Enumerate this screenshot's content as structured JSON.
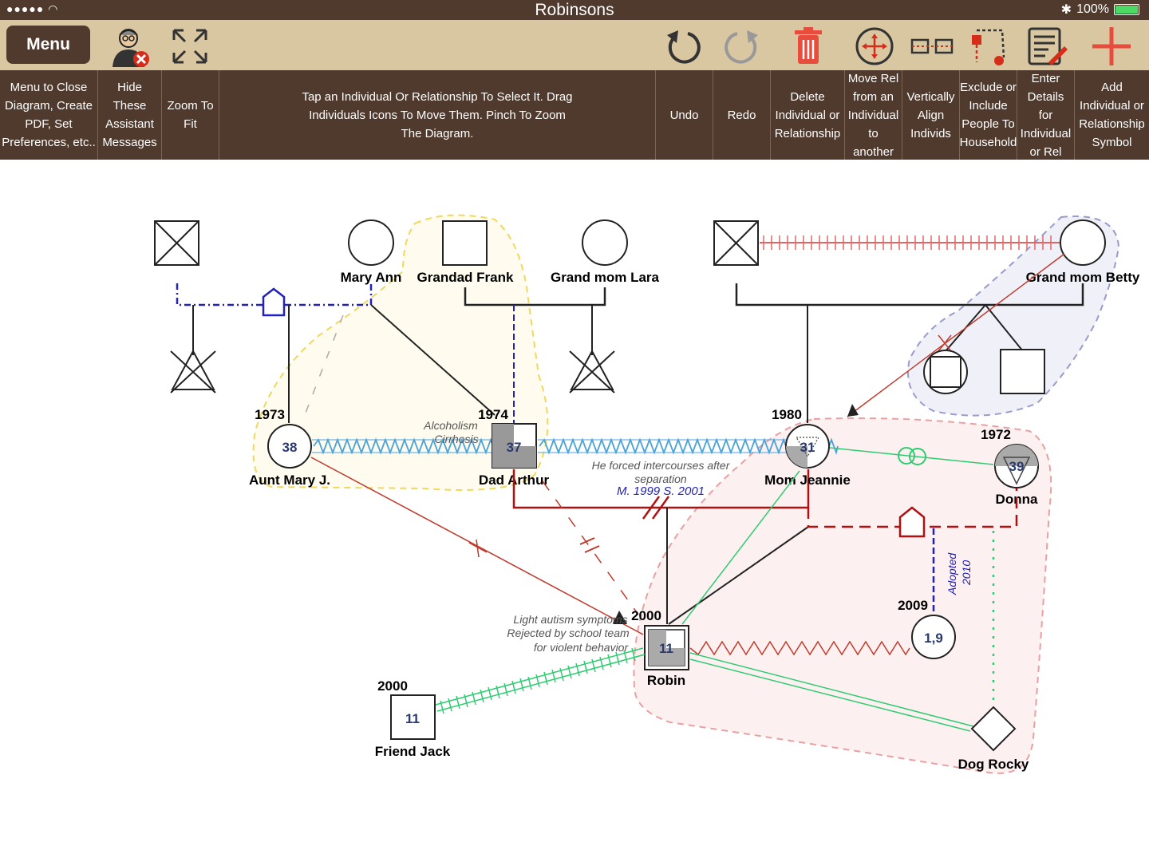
{
  "statusbar": {
    "signal": "●●●●● ◠",
    "title": "Robinsons",
    "battery": "100%"
  },
  "toolbar": {
    "menu_label": "Menu",
    "icons": [
      "hide-assistant-icon",
      "zoom-fit-icon",
      "undo-icon",
      "redo-icon",
      "trash-icon",
      "move-relationship-icon",
      "align-icon",
      "household-icon",
      "details-icon",
      "add-icon"
    ]
  },
  "help": {
    "menu": "Menu to Close Diagram, Create PDF, Set Preferences, etc..",
    "hide": "Hide These Assistant Messages",
    "zoom": "Zoom To Fit",
    "tip": "Tap an Individual Or Relationship To Select It. Drag Individuals Icons To Move Them. Pinch To Zoom The Diagram.",
    "undo": "Undo",
    "redo": "Redo",
    "delete": "Delete Individual or Relationship",
    "move_rel": "Move Rel from an Individual to another",
    "align": "Vertically Align Individs",
    "household": "Exclude or Include People To Household",
    "details": "Enter Details for Individual or Rel",
    "add": "Add Individual or Relationship Symbol"
  },
  "colors": {
    "brown": "#4f3a2d",
    "tan": "#d9c7a1",
    "red": "#c0392b",
    "blue": "#2222bb",
    "green": "#2ecc71",
    "zigzag_blue": "#4aa3d8"
  },
  "diagram": {
    "names": {
      "mary_ann": "Mary Ann",
      "grandad_frank": "Grandad Frank",
      "grandmom_lara": "Grand mom Lara",
      "grandmom_betty": "Grand mom Betty",
      "aunt_mary": "Aunt Mary J.",
      "dad_arthur": "Dad Arthur",
      "mom_jeannie": "Mom Jeannie",
      "donna": "Donna",
      "robin": "Robin",
      "friend_jack": "Friend Jack",
      "dog_rocky": "Dog Rocky"
    },
    "years": {
      "aunt_mary": "1973",
      "dad_arthur": "1974",
      "mom_jeannie": "1980",
      "donna": "1972",
      "robin": "2000",
      "friend_jack": "2000",
      "baby": "2009"
    },
    "ages": {
      "aunt_mary": "38",
      "dad_arthur": "37",
      "mom_jeannie": "31",
      "donna": "39",
      "robin": "11",
      "friend_jack": "11",
      "baby": "1,9"
    },
    "notes": {
      "alcoholism_1": "Alcoholism",
      "alcoholism_2": "Cirrhosis",
      "forced_1": "He forced intercourses after",
      "forced_2": "separation",
      "marriage": "M. 1999 S. 2001",
      "adopted_1": "Adopted",
      "adopted_2": "2010",
      "autism_1": "Light autism symptoms",
      "autism_2": "Rejected by school team",
      "autism_3": "for violent behavior"
    }
  }
}
